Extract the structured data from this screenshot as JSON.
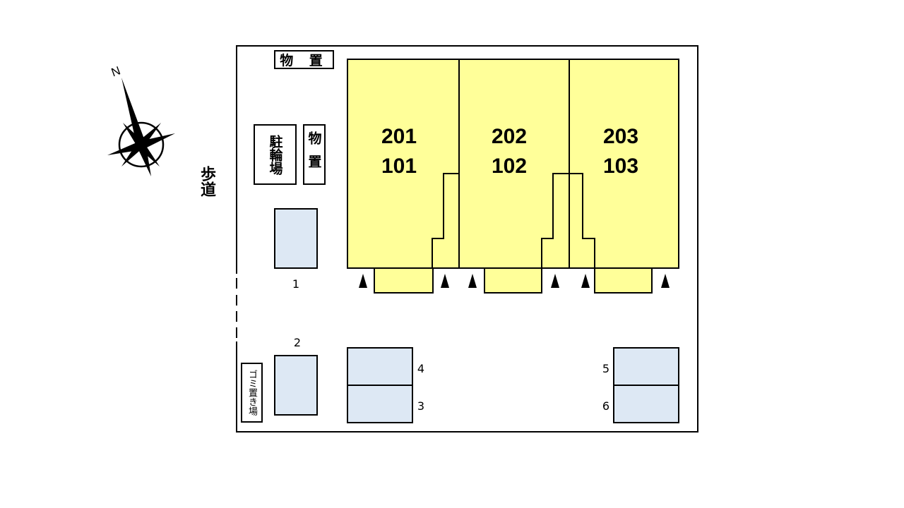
{
  "compass": {
    "north_label": "N",
    "icon": "compass-rose-icon"
  },
  "sidewalk": {
    "label": "歩道"
  },
  "storage_top": {
    "label": "物 置"
  },
  "bicycle_parking": {
    "label": "駐輪場"
  },
  "storage_side": {
    "label": "物置"
  },
  "garbage": {
    "label": "ゴミ置き場"
  },
  "parking": [
    {
      "number": "1"
    },
    {
      "number": "2"
    },
    {
      "number": "3"
    },
    {
      "number": "4"
    },
    {
      "number": "5"
    },
    {
      "number": "6"
    }
  ],
  "units": [
    {
      "upper": "201",
      "lower": "101"
    },
    {
      "upper": "202",
      "lower": "102"
    },
    {
      "upper": "203",
      "lower": "103"
    }
  ],
  "colors": {
    "unit_fill": "#ffff99",
    "parking_fill": "#dde8f4"
  }
}
